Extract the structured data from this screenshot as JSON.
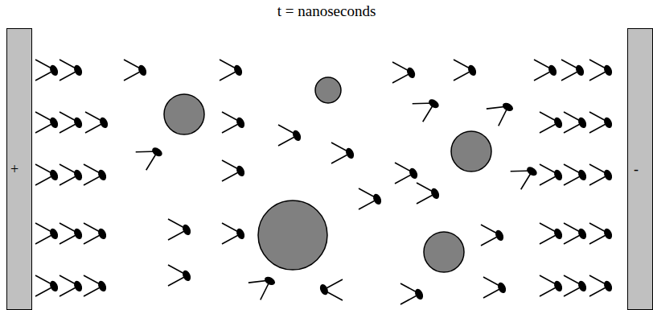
{
  "diagram": {
    "title": "t = nanoseconds",
    "nodes": [
      {
        "text": [
          "+"
        ]
      },
      {
        "text": [
          "-"
        ]
      }
    ]
  }
}
